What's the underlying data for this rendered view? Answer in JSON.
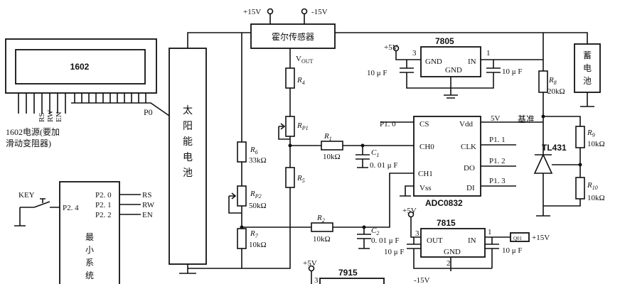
{
  "supply": {
    "pos15": "+15V",
    "neg15": "-15V",
    "pos5": "+5V",
    "v5": "5V",
    "neg15b": "-15V"
  },
  "lcd": {
    "label": "1602",
    "pins": [
      "RS",
      "RW",
      "EN"
    ],
    "power_note_1": "1602电源(要加",
    "power_note_2": "滑动变阻器)",
    "port": "P0"
  },
  "solar": {
    "label": [
      "太",
      "阳",
      "能",
      "电",
      "池"
    ]
  },
  "sensor": {
    "label": "霍尔传感器",
    "vout": "V",
    "vout_sub": "OUT"
  },
  "battery": {
    "label": [
      "蓄",
      "电",
      "池"
    ]
  },
  "reg7805": {
    "name": "7805",
    "gnd1": "GND",
    "gnd2": "GND",
    "in": "IN",
    "pin3": "3",
    "pin1": "1",
    "cap_left": "10 μ F",
    "cap_right": "10 μ F"
  },
  "reg7815": {
    "name": "7815",
    "out": "OUT",
    "in": "IN",
    "gnd": "GND",
    "pin3": "3",
    "pin1": "1",
    "pin2": "2",
    "cap_left": "10 μ F",
    "cap_right": "10 μ F",
    "out_v": "+15V",
    "tag": "Q01"
  },
  "reg7915": {
    "name": "7915",
    "pin3": "3"
  },
  "adc": {
    "name": "ADC0832",
    "cs": "CS",
    "ch0": "CH0",
    "ch1": "CH1",
    "vss": "Vss",
    "vdd": "Vdd",
    "clk": "CLK",
    "do": "DO",
    "di": "DI",
    "p10": "P1. 0",
    "p11": "P1. 1",
    "p12": "P1. 2",
    "p13": "P1. 3"
  },
  "mcu": {
    "label": [
      "最",
      "小",
      "系",
      "统"
    ],
    "p24": "P2. 4",
    "p20": "P2. 0",
    "p21": "P2. 1",
    "p22": "P2. 2",
    "rs": "RS",
    "rw": "RW",
    "en": "EN",
    "key": "KEY"
  },
  "parts": {
    "R4": "R",
    "R4s": "4",
    "RP1": "R",
    "RP1s": "P1",
    "R5": "R",
    "R5s": "5",
    "R6": "R",
    "R6s": "6",
    "R6v": "33kΩ",
    "RP2": "R",
    "RP2s": "P2",
    "RP2v": "50kΩ",
    "R7": "R",
    "R7s": "7",
    "R7v": "10kΩ",
    "R1": "R",
    "R1s": "1",
    "R1v": "10kΩ",
    "R2": "R",
    "R2s": "2",
    "R2v": "10kΩ",
    "C1": "C",
    "C1s": "1",
    "C1v": "0. 01 μ F",
    "C2": "C",
    "C2s": "2",
    "C2v": "0. 01 μ F",
    "R8": "R",
    "R8s": "8",
    "R8v": "20kΩ",
    "R9": "R",
    "R9s": "9",
    "R9v": "10kΩ",
    "R10": "R",
    "R10s": "10",
    "R10v": "10kΩ",
    "TL431": "TL431",
    "ref": "基准"
  }
}
